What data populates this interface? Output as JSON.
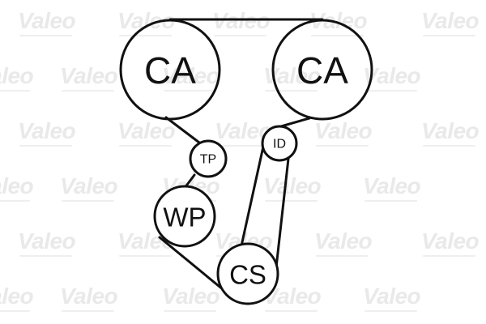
{
  "watermark": {
    "brand": "Valeo"
  },
  "diagram": {
    "pulleys": {
      "cam_left": "CA",
      "cam_right": "CA",
      "idler": "ID",
      "tensioner": "TP",
      "water_pump": "WP",
      "crankshaft": "CS"
    },
    "colors": {
      "stroke": "#111111",
      "watermark": "#e9e9e9",
      "background": "#ffffff"
    }
  }
}
